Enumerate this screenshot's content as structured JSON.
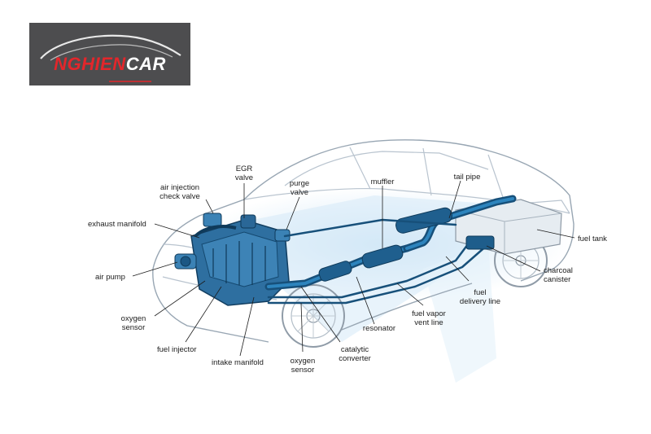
{
  "logo": {
    "part1": "NGHIEN",
    "part2": "CAR"
  },
  "labels": {
    "egr_valve": [
      "EGR",
      "valve"
    ],
    "air_injection_check_valve": [
      "air injection",
      "check valve"
    ],
    "purge_valve": [
      "purge",
      "valve"
    ],
    "muffler": [
      "muffler"
    ],
    "tail_pipe": [
      "tail pipe"
    ],
    "exhaust_manifold": [
      "exhaust manifold"
    ],
    "fuel_tank": [
      "fuel tank"
    ],
    "air_pump": [
      "air pump"
    ],
    "charcoal_canister": [
      "charcoal",
      "canister"
    ],
    "fuel_delivery_line": [
      "fuel",
      "delivery line"
    ],
    "oxygen_sensor_front": [
      "oxygen",
      "sensor"
    ],
    "fuel_vapor_vent_line": [
      "fuel vapor",
      "vent line"
    ],
    "resonator": [
      "resonator"
    ],
    "fuel_injector": [
      "fuel injector"
    ],
    "catalytic_converter": [
      "catalytic",
      "converter"
    ],
    "intake_manifold": [
      "intake manifold"
    ],
    "oxygen_sensor_rear": [
      "oxygen",
      "sensor"
    ]
  },
  "colors": {
    "pipe": "#17507a",
    "pipe_highlight": "#2d84bd",
    "glow": "#cfe6f6",
    "logo_bg": "#4d4d4f",
    "logo_red": "#e3262b"
  }
}
